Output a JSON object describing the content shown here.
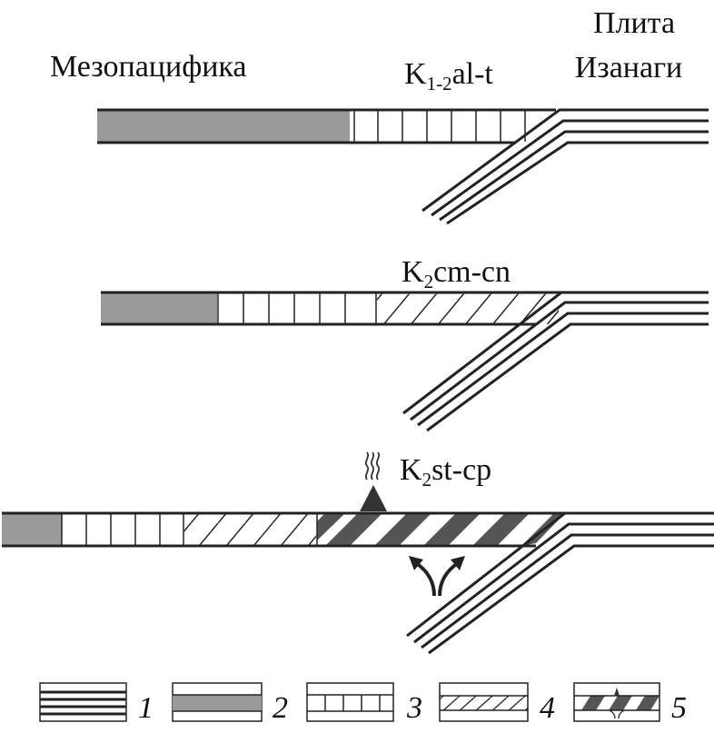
{
  "labels": {
    "mesopacifica": "Мезопацифика",
    "plate_line1": "Плита",
    "plate_line2": "Изанаги"
  },
  "stages": [
    {
      "main": "K",
      "sub": "1-2",
      "rest": "al-t"
    },
    {
      "main": "K",
      "sub": "2",
      "rest": "cm-cn"
    },
    {
      "main": "K",
      "sub": "2",
      "rest": "st-cp"
    }
  ],
  "legend": [
    {
      "number": "1"
    },
    {
      "number": "2"
    },
    {
      "number": "3"
    },
    {
      "number": "4"
    },
    {
      "number": "5"
    }
  ],
  "colors": {
    "gray_fill": "#9a9a9a",
    "dark_fill": "#555555",
    "line": "#222222"
  }
}
